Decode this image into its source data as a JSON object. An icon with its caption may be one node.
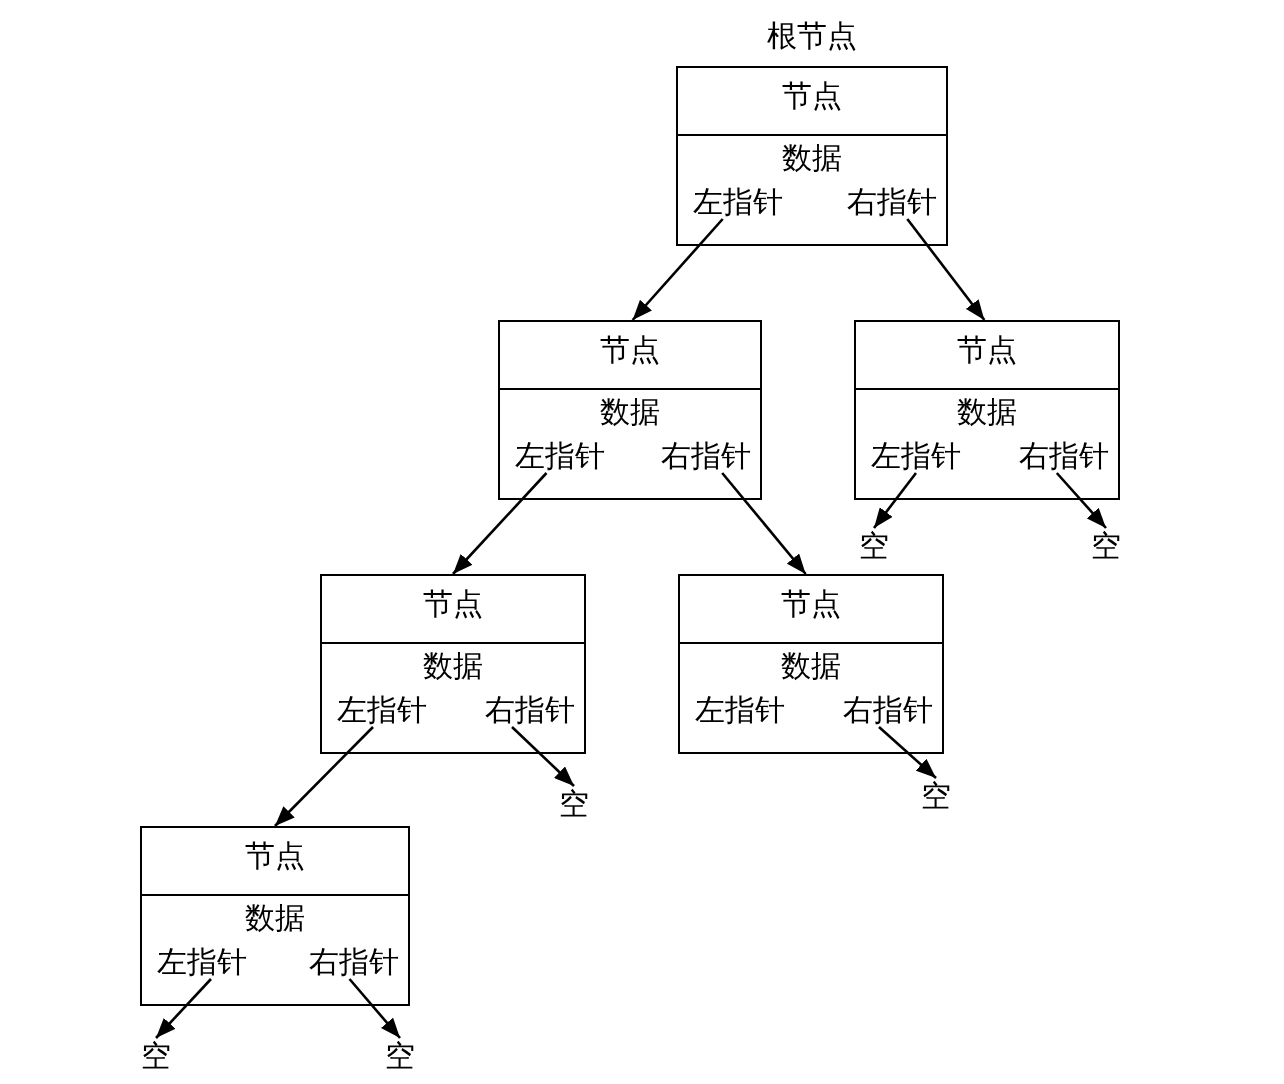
{
  "diagram": {
    "nodes": [
      {
        "text": [
          "节点",
          "数据"
        ],
        "beside": [
          "根节点"
        ]
      },
      {
        "text": [
          "左指针"
        ],
        "in": 0
      },
      {
        "text": [
          "右指针"
        ],
        "in": 0
      },
      {
        "text": [
          "节点",
          "数据"
        ]
      },
      {
        "text": [
          "左指针"
        ],
        "in": 3
      },
      {
        "text": [
          "右指针"
        ],
        "in": 3
      },
      {
        "text": [
          "节点",
          "数据"
        ]
      },
      {
        "text": [
          "左指针"
        ],
        "in": 6
      },
      {
        "text": [
          "右指针"
        ],
        "in": 6
      },
      {
        "text": [
          "空"
        ]
      },
      {
        "text": [
          "空"
        ]
      },
      {
        "text": [
          "节点",
          "数据"
        ]
      },
      {
        "text": [
          "左指针"
        ],
        "in": 11
      },
      {
        "text": [
          "右指针"
        ],
        "in": 11
      },
      {
        "text": [
          "节点",
          "数据"
        ]
      },
      {
        "text": [
          "左指针"
        ],
        "in": 14
      },
      {
        "text": [
          "右指针"
        ],
        "in": 14
      },
      {
        "text": [
          "空"
        ]
      },
      {
        "text": [
          "空"
        ]
      },
      {
        "text": [
          "节点",
          "数据"
        ]
      },
      {
        "text": [
          "左指针"
        ],
        "in": 19
      },
      {
        "text": [
          "右指针"
        ],
        "in": 19
      },
      {
        "text": [
          "空"
        ]
      },
      {
        "text": [
          "空"
        ]
      }
    ],
    "edges": [
      {
        "from": 1,
        "to": 3,
        "arrow": "to"
      },
      {
        "from": 2,
        "to": 6,
        "arrow": "to"
      },
      {
        "from": 4,
        "to": 11,
        "arrow": "to"
      },
      {
        "from": 5,
        "to": 14,
        "arrow": "to"
      },
      {
        "from": 7,
        "to": 9,
        "arrow": "to"
      },
      {
        "from": 8,
        "to": 10,
        "arrow": "to"
      },
      {
        "from": 12,
        "to": 19,
        "arrow": "to"
      },
      {
        "from": 13,
        "to": 17,
        "arrow": "to"
      },
      {
        "from": 16,
        "to": 18,
        "arrow": "to"
      },
      {
        "from": 20,
        "to": 22,
        "arrow": "to"
      },
      {
        "from": 21,
        "to": 23,
        "arrow": "to"
      }
    ]
  }
}
